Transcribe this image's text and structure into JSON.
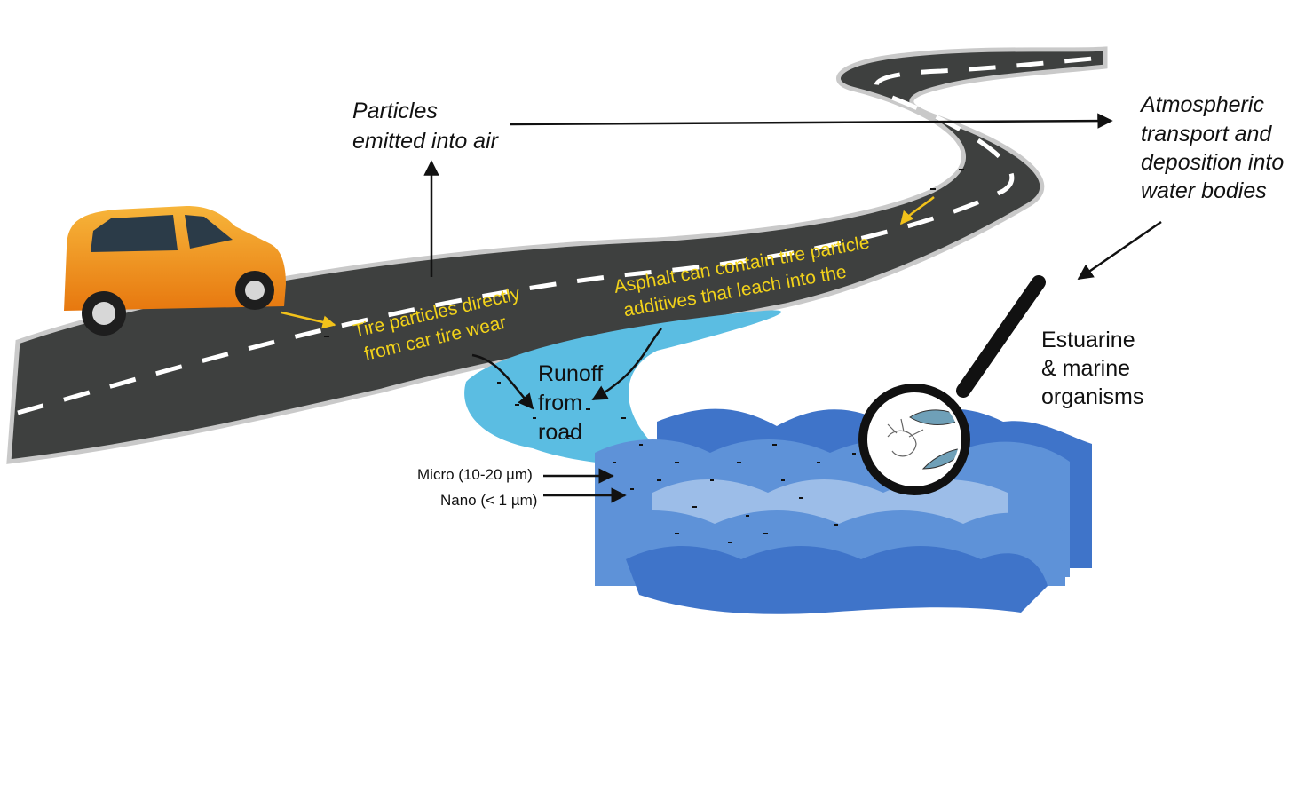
{
  "labels": {
    "air_line1": "Particles",
    "air_line2": "emitted into air",
    "atmos_line1": "Atmospheric",
    "atmos_line2": "transport and",
    "atmos_line3": "deposition into",
    "atmos_line4": "water bodies",
    "tire_line1": "Tire particles directly",
    "tire_line2": "from car tire wear",
    "asphalt_line1": "Asphalt can contain tire particle",
    "asphalt_line2": "additives that leach into the",
    "runoff_line1": "Runoff",
    "runoff_line2": "from",
    "runoff_line3": "road",
    "micro": "Micro (10-20 µm)",
    "nano": "Nano (< 1 µm)",
    "estuarine_line1": "Estuarine",
    "estuarine_line2": "& marine",
    "estuarine_line3": "organisms"
  },
  "colors": {
    "road": "#3e403f",
    "road_edge": "#c9c9c9",
    "car_body": "#f39a1c",
    "runoff": "#5bbde2",
    "wave_dark": "#3f74c9",
    "wave_mid": "#5e92d8",
    "wave_light": "#9cbde8",
    "yellow_text": "#f2d21a",
    "arrow": "#111111"
  },
  "icons": [
    "car-icon",
    "magnifier-icon",
    "fish-icon",
    "shrimp-icon"
  ]
}
